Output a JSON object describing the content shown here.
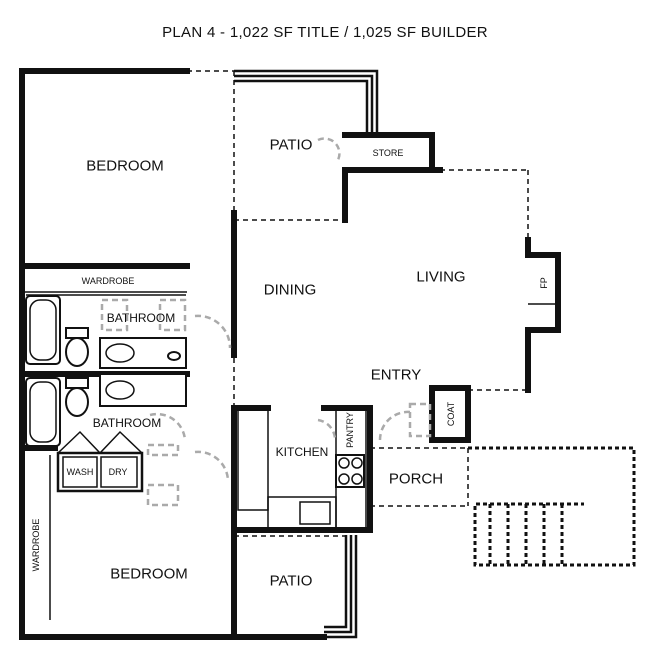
{
  "title": "PLAN 4 - 1,022 SF TITLE / 1,025 SF BUILDER",
  "rooms": {
    "bedroom_top": "BEDROOM",
    "wardrobe_top": "WARDROBE",
    "bathroom_1": "BATHROOM",
    "bathroom_2": "BATHROOM",
    "wash": "WASH",
    "dry": "DRY",
    "wardrobe_side": "WARDROBE",
    "bedroom_bottom": "BEDROOM",
    "patio_top": "PATIO",
    "store": "STORE",
    "dining": "DINING",
    "living": "LIVING",
    "fp": "FP",
    "entry": "ENTRY",
    "coat": "COAT",
    "kitchen": "KITCHEN",
    "pantry": "PANTRY",
    "porch": "PORCH",
    "patio_bottom": "PATIO"
  }
}
